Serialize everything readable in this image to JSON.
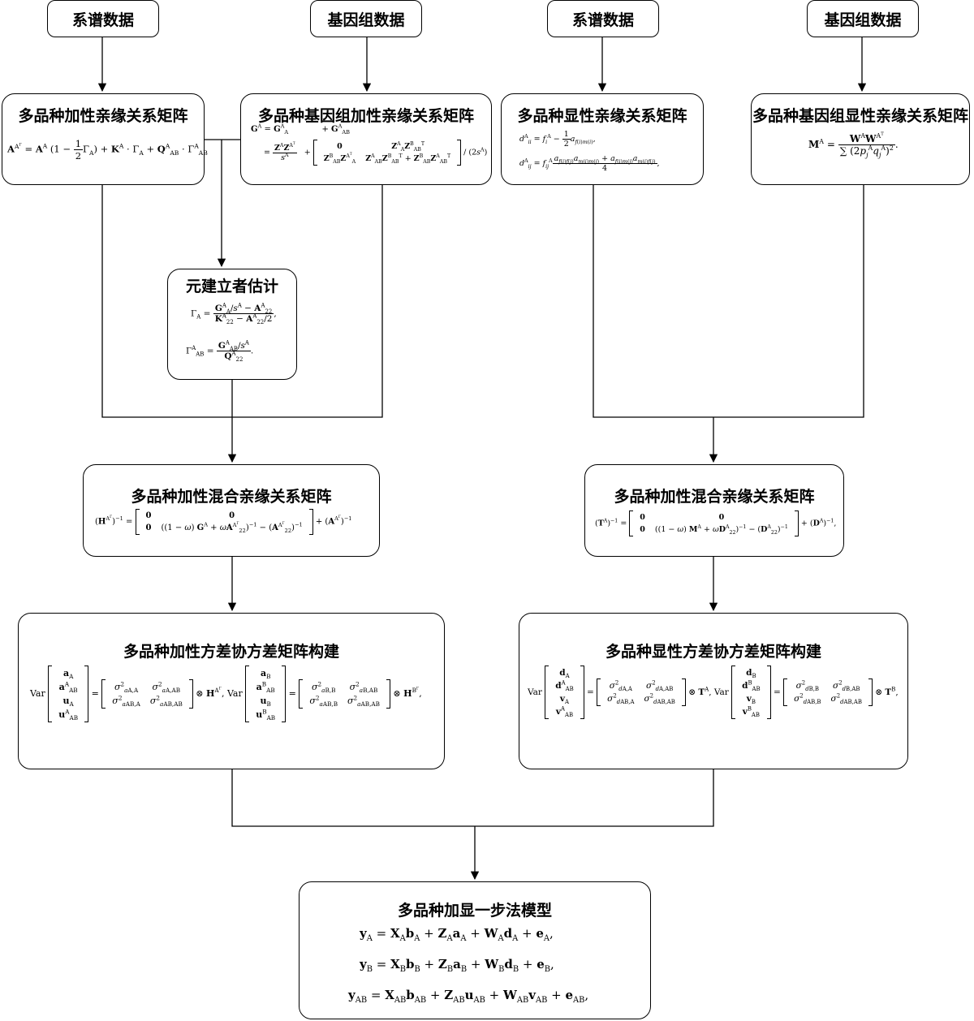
{
  "nodes": {
    "src1": "系谱数据",
    "src2": "基因组数据",
    "src3": "系谱数据",
    "src4": "基因组数据",
    "n1": "多品种加性亲缘关系矩阵",
    "n2": "多品种基因组加性亲缘关系矩阵",
    "n3": "多品种显性亲缘关系矩阵",
    "n4": "多品种基因组显性亲缘关系矩阵",
    "n5": "元建立者估计",
    "n6": "多品种加性混合亲缘关系矩阵",
    "n7": "多品种加性混合亲缘关系矩阵",
    "n8": "多品种加性方差协方差矩阵构建",
    "n9": "多品种显性方差协方差矩阵构建",
    "n10": "多品种加显一步法模型"
  },
  "colors": {
    "stroke": "#000000",
    "fill": "#ffffff"
  }
}
